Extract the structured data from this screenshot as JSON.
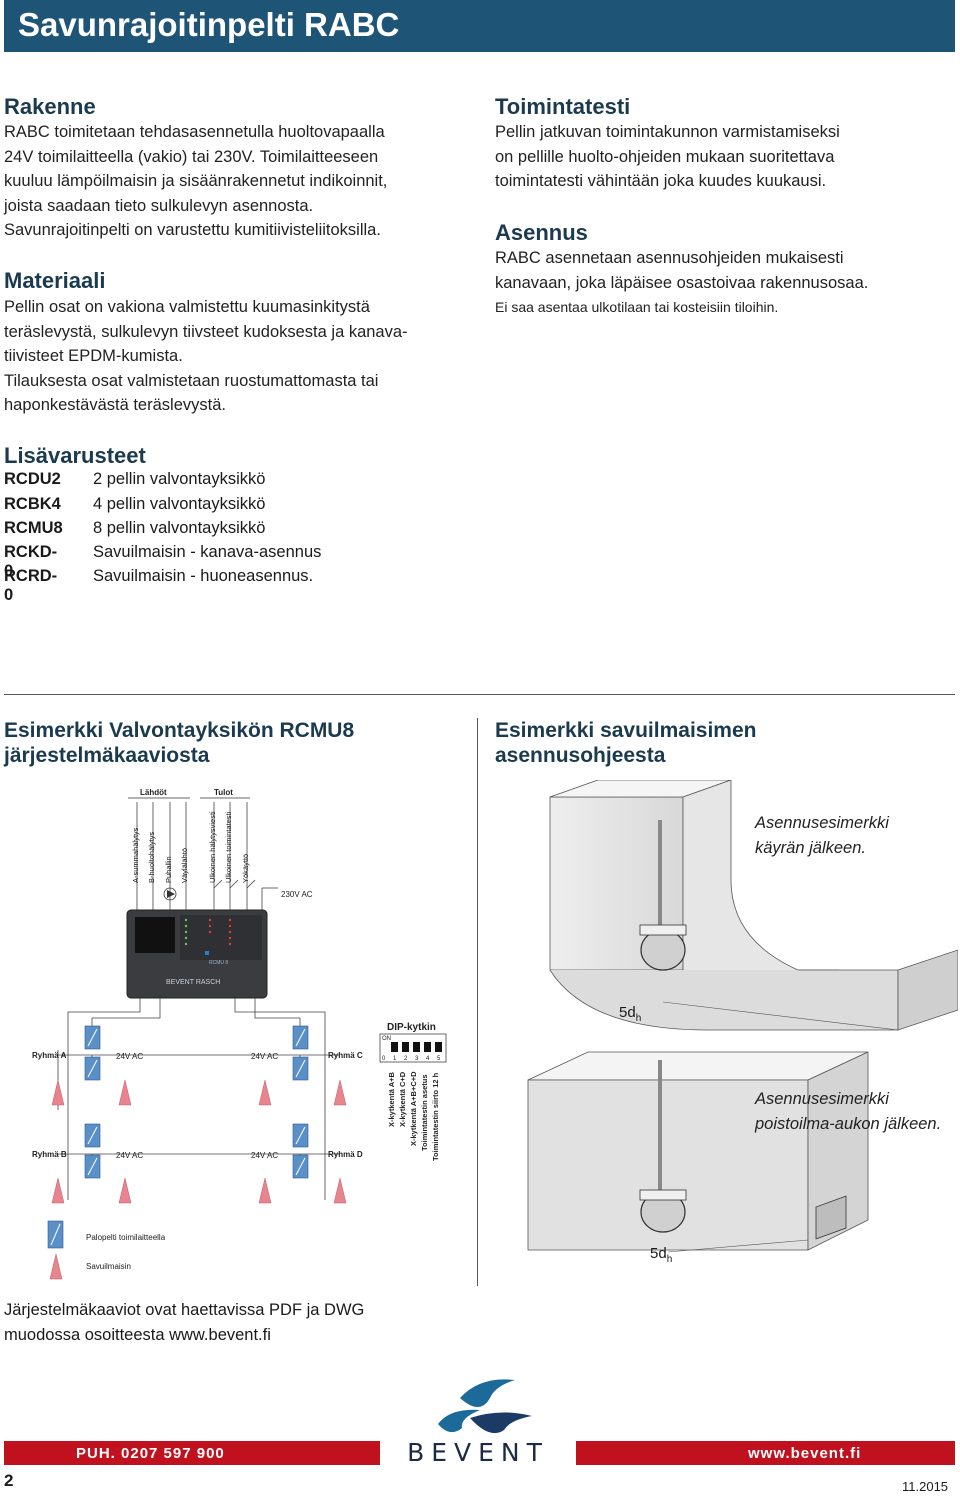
{
  "title": "Savunrajoitinpelti RABC",
  "rakenne": {
    "heading": "Rakenne",
    "lines": [
      "RABC toimitetaan tehdasasennetulla huoltovapaalla",
      "24V toimilaitteella (vakio) tai 230V. Toimilaitteeseen",
      "kuuluu lämpöilmaisin ja sisäänrakennetut indikoinnit,",
      "joista saadaan tieto sulkulevyn asennosta.",
      "Savunrajoitinpelti on varustettu kumitiivisteliitoksilla."
    ]
  },
  "materiaali": {
    "heading": "Materiaali",
    "lines": [
      "Pellin osat on vakiona valmistettu kuumasinkitystä",
      "teräslevystä, sulkulevyn tiivsteet kudoksesta ja kanava-",
      "tiivisteet EPDM-kumista.",
      "Tilauksesta osat valmistetaan ruostumattomasta tai",
      "haponkestävästä teräslevystä."
    ]
  },
  "toimintatesti": {
    "heading": "Toimintatesti",
    "lines": [
      "Pellin jatkuvan toimintakunnon varmistamiseksi",
      "on pellille huolto-ohjeiden mukaan suoritettava",
      "toimintatesti vähintään joka kuudes kuukausi."
    ]
  },
  "asennus": {
    "heading": "Asennus",
    "lines": [
      "RABC asennetaan asennusohjeiden mukaisesti",
      "kanavaan, joka läpäisee osastoivaa rakennusosaa."
    ],
    "note": "Ei saa asentaa ulkotilaan tai kosteisiin tiloihin."
  },
  "lisavarusteet": {
    "heading": "Lisävarusteet",
    "items": [
      {
        "code": "RCDU2",
        "desc": "2 pellin valvontayksikkö"
      },
      {
        "code": "RCBK4",
        "desc": "4 pellin valvontayksikkö"
      },
      {
        "code": "RCMU8",
        "desc": "8 pellin valvontayksikkö"
      },
      {
        "code": "RCKD-0",
        "desc": "Savuilmaisin - kanava-asennus"
      },
      {
        "code": "RCRD-0",
        "desc": "Savuilmaisin - huoneasennus."
      }
    ]
  },
  "example1": {
    "heading_l1": "Esimerkki Valvontayksikön RCMU8",
    "heading_l2": "järjestelmäkaaviosta",
    "outputs_label": "Lähdöt",
    "inputs_label": "Tulot",
    "signals": [
      "A-summahälytys",
      "B-huoltohälytys",
      "Puhallin",
      "Väylälähtö",
      "Ulkoinen hälytysviesti",
      "Ulkoinen toimintatesti",
      "Yökäyttö"
    ],
    "supply": "230V AC",
    "unit_brand": "BEVENT RASCH",
    "unit_model": "RCMU 8",
    "group_a": "Ryhmä A",
    "group_b": "Ryhmä B",
    "group_c": "Ryhmä C",
    "group_d": "Ryhmä D",
    "v24": "24V AC",
    "dip_title": "DIP-kytkin",
    "dip_on": "ON",
    "dip_nums": [
      "0",
      "1",
      "2",
      "3",
      "4",
      "5"
    ],
    "dip_labels": [
      "X-kytkentä A+B",
      "X-kytkentä C+D",
      "X-kytkentä A+B+C+D",
      "Toimintatestin asetus",
      "Toimintatestin siirto 12 h"
    ],
    "legend_damper": "Palopelti toimilaitteella",
    "legend_detector": "Savuilmaisin"
  },
  "example2": {
    "heading_l1": "Esimerkki savuilmaisimen",
    "heading_l2": "asennusohjeesta",
    "note1_l1": "Asennusesimerkki",
    "note1_l2": "käyrän jälkeen.",
    "note2_l1": "Asennusesimerkki",
    "note2_l2": "poistoilma-aukon jälkeen.",
    "dist": "5d",
    "dist_sub": "h"
  },
  "footnote": {
    "l1": "Järjestelmäkaaviot ovat haettavissa PDF ja DWG",
    "l2": "muodossa osoitteesta www.bevent.fi"
  },
  "footer": {
    "phone": "PUH.  0207 597 900",
    "logo": "BEVENT",
    "web": "www.bevent.fi",
    "page": "2",
    "date": "11.2015"
  },
  "colors": {
    "title_bar": "#1e5577",
    "heading": "#1b3a4e",
    "footer_red": "#c0111e",
    "logo_blue": "#1b6a9a"
  }
}
